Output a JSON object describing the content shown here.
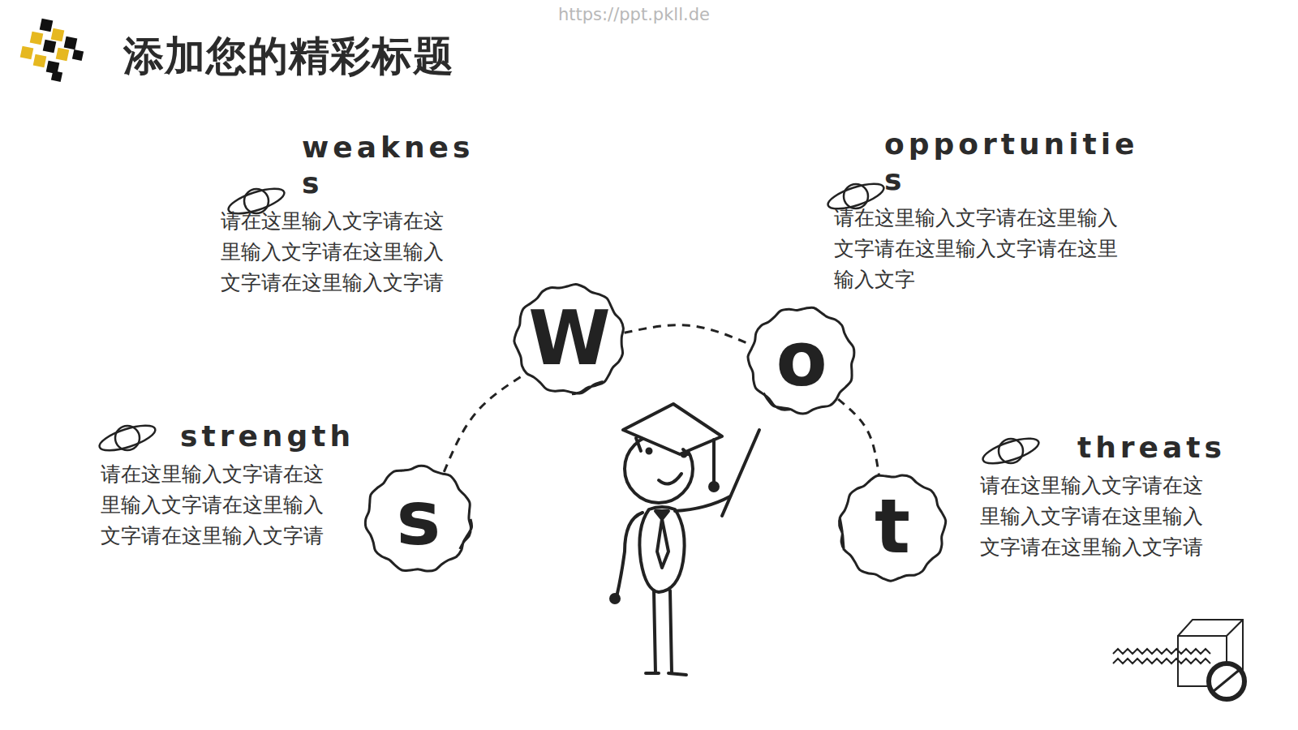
{
  "diagram": {
    "title": "添加您的精彩标题",
    "nodes": [
      {
        "text": [
          "s"
        ]
      },
      {
        "text": [
          "W"
        ]
      },
      {
        "text": [
          "o"
        ]
      },
      {
        "text": [
          "t"
        ]
      }
    ],
    "edges": [
      {
        "from": 0,
        "to": 1,
        "arrow": "none"
      },
      {
        "from": 1,
        "to": 2,
        "arrow": "none"
      },
      {
        "from": 2,
        "to": 3,
        "arrow": "none"
      }
    ],
    "labels": [
      "weaknes s",
      "请在这里输入文字请在这里输入文字请在这里输入文字请在这里输入文字请",
      "opportunitie s",
      "请在这里输入文字请在这里输入文字请在这里输入文字请在这里输入文字",
      "strength",
      "请在这里输入文字请在这里输入文字请在这里输入文字请在这里输入文字请",
      "threats",
      "请在这里输入文字请在这里输入文字请在这里输入文字请在这里输入文字请",
      "https://ppt.pkll.de"
    ]
  }
}
